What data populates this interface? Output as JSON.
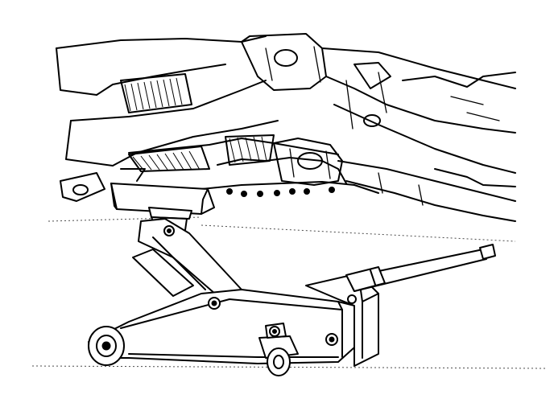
{
  "figure": {
    "subject": "floor-jack-under-vehicle",
    "style": "black line art on white",
    "colors": {
      "line": "#000000",
      "background": "#ffffff"
    },
    "bolt_count": 7
  }
}
